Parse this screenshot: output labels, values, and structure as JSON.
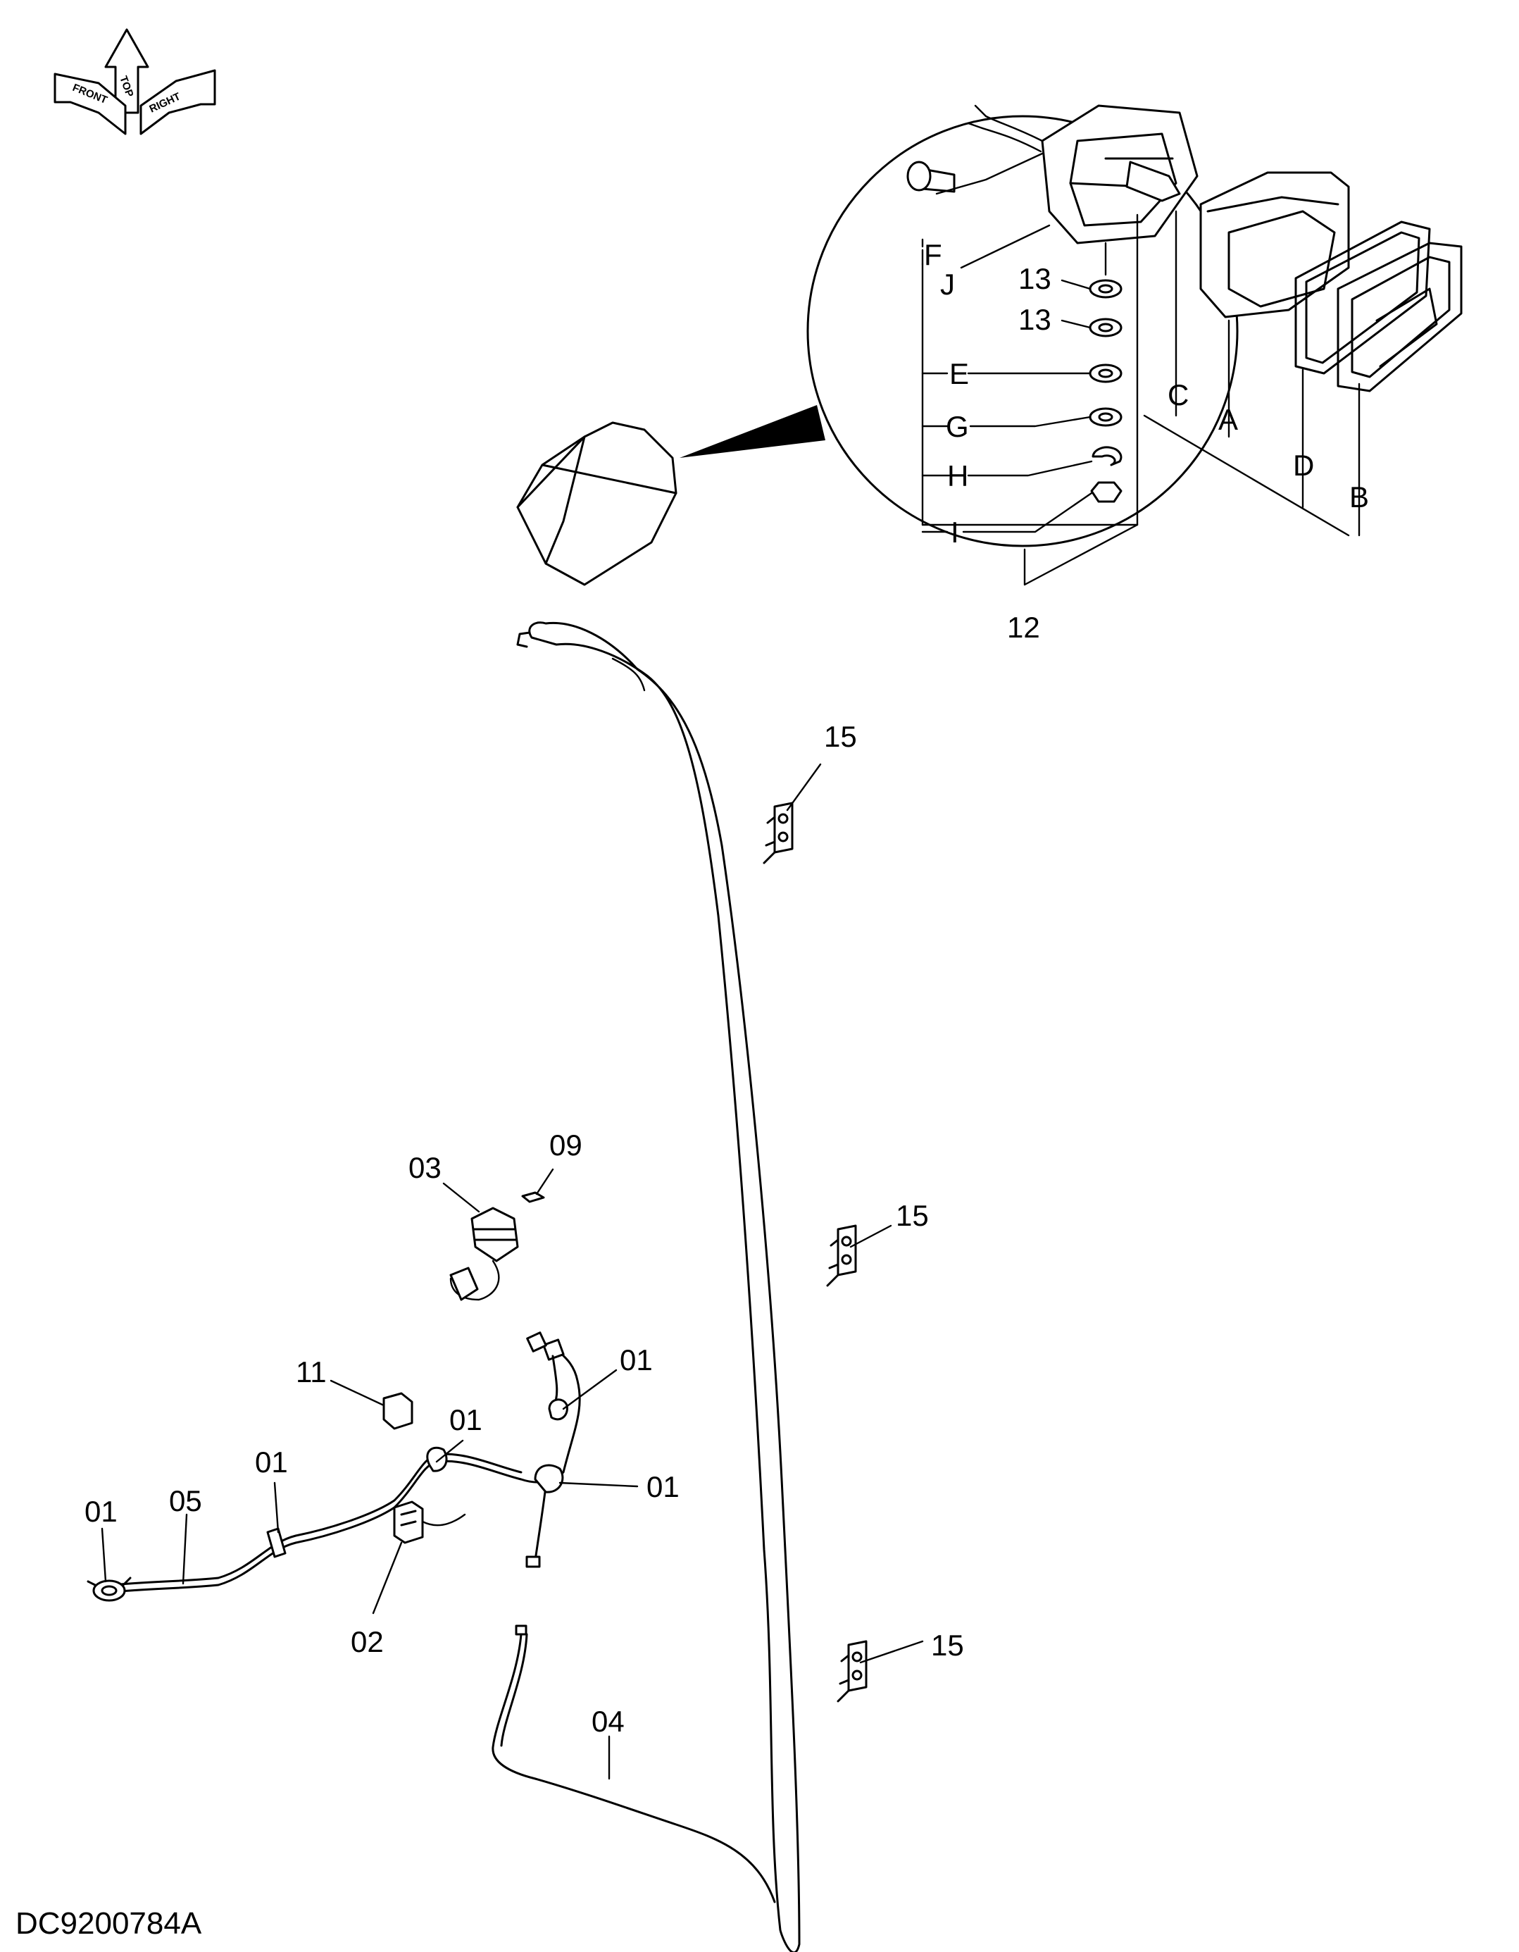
{
  "drawing_code": "DC9200784A",
  "orientation": {
    "top": "TOP",
    "front": "FRONT",
    "right": "RIGHT"
  },
  "callouts": {
    "c01a": "01",
    "c01b": "01",
    "c01c": "01",
    "c01d": "01",
    "c01e": "01",
    "c02": "02",
    "c03": "03",
    "c04": "04",
    "c05": "05",
    "c09": "09",
    "c11": "11",
    "c12": "12",
    "c13a": "13",
    "c13b": "13",
    "c15a": "15",
    "c15b": "15",
    "c15c": "15",
    "cA": "A",
    "cB": "B",
    "cC": "C",
    "cD": "D",
    "cE": "E",
    "cF": "F",
    "cG": "G",
    "cH": "H",
    "cI": "I",
    "cJ": "J"
  }
}
